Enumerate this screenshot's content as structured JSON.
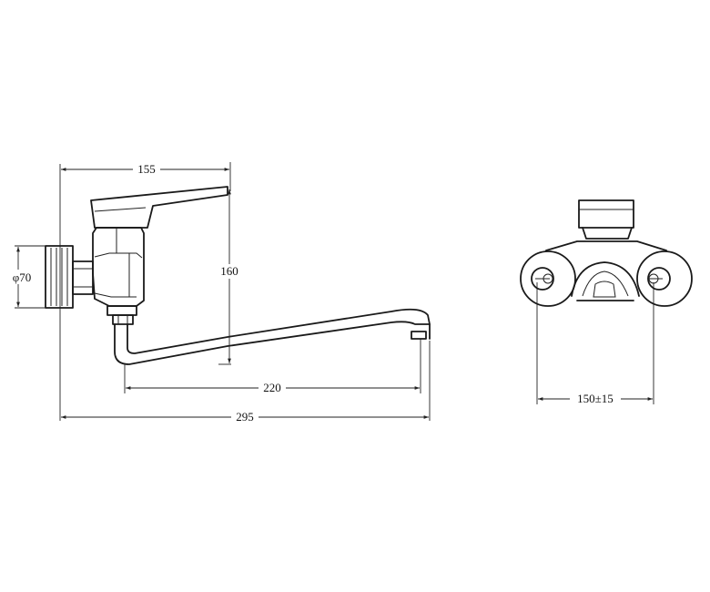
{
  "dimensions": {
    "top_width": "155",
    "height": "160",
    "spout_reach": "220",
    "overall_length": "295",
    "flange_diameter": "φ70",
    "center_distance": "150±15"
  },
  "colors": {
    "line": "#1a1a1a",
    "background": "#ffffff"
  }
}
